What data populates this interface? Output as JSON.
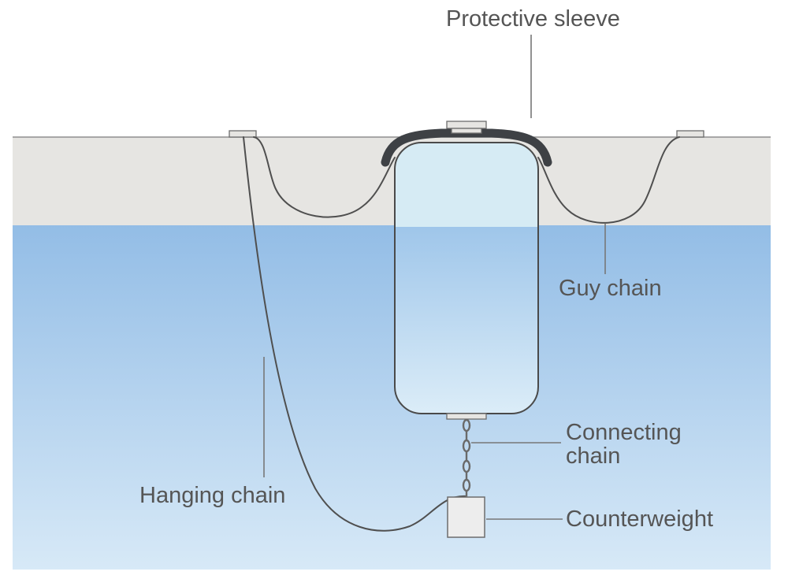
{
  "labels": {
    "protective_sleeve": "Protective sleeve",
    "guy_chain": "Guy chain",
    "connecting_chain_line1": "Connecting",
    "connecting_chain_line2": "chain",
    "counterweight": "Counterweight",
    "hanging_chain": "Hanging chain"
  },
  "colors": {
    "ice": "#e6e5e2",
    "ice_edge": "#8f8f8f",
    "water_top": "#93bde6",
    "water_bottom": "#d7e9f7",
    "float_top": "#d6ebf4",
    "float_water": "#a9ccec",
    "float_outline": "#4a4a4a",
    "sleeve": "#3e4145",
    "counterweight": "#ededed",
    "line": "#4f4f4f"
  }
}
